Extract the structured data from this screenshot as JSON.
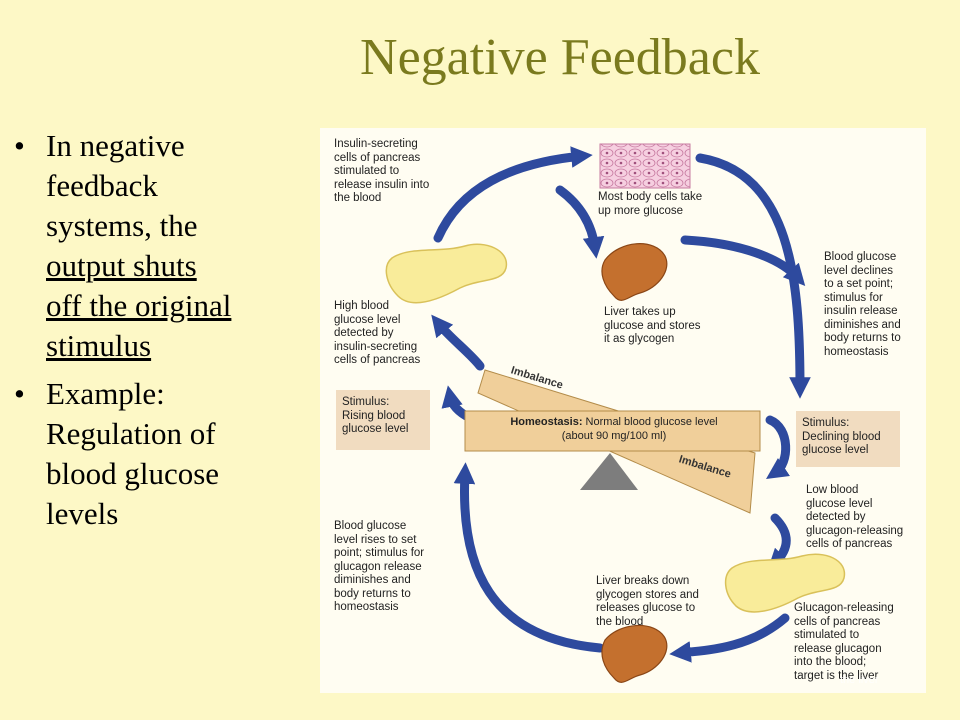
{
  "slide": {
    "title": "Negative Feedback",
    "bullet1": {
      "pre": "In negative feedback systems, the",
      "underlined": "output shuts off the original stimulus"
    },
    "bullet2": "Example: Regulation of blood glucose levels",
    "bullet_glyph": "•"
  },
  "diagram": {
    "insulin_secreting": "Insulin-secreting\ncells of pancreas\nstimulated to\nrelease insulin into\nthe blood",
    "body_cells": "Most body cells take\nup more glucose",
    "liver_stores": "Liver takes up\nglucose and stores\nit as glycogen",
    "declines": "Blood glucose\nlevel declines\nto a set point;\nstimulus for\ninsulin release\ndiminishes and\nbody returns to\nhomeostasis",
    "high_detected": "High blood\nglucose level\ndetected by\ninsulin-secreting\ncells of pancreas",
    "stimulus_rising": "Stimulus:\nRising blood\nglucose level",
    "stimulus_declining": "Stimulus:\nDeclining blood\nglucose level",
    "homeostasis_bold": "Homeostasis:",
    "homeostasis_rest": " Normal blood glucose level",
    "homeostasis_value": "(about 90 mg/100 ml)",
    "imbalance_top": "Imbalance",
    "imbalance_bottom": "Imbalance",
    "low_detected": "Low blood\nglucose level\ndetected by\nglucagon-releasing\ncells of pancreas",
    "rises": "Blood glucose\nlevel rises to set\npoint; stimulus for\nglucagon release\ndiminishes and\nbody returns to\nhomeostasis",
    "liver_breaks": "Liver breaks down\nglycogen stores and\nreleases glucose to\nthe blood",
    "glucagon_releasing": "Glucagon-releasing\ncells of pancreas\nstimulated to\nrelease glucagon\ninto the blood;\ntarget is the liver",
    "watermark": "the liver"
  },
  "colors": {
    "background": "#fdf8c6",
    "title": "#7a7a1e",
    "arrow": "#2e4a9e",
    "beam": "#f0cf9a",
    "stimulus_box": "#f1dcc0"
  }
}
